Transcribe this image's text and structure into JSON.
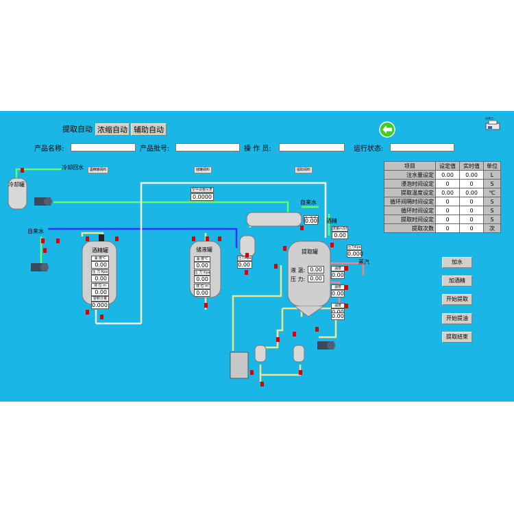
{
  "tabs": [
    "提取自动",
    "浓缩自动",
    "辅助自动"
  ],
  "header_fields": {
    "product_name": "产品名称:",
    "batch_no": "产品批号:",
    "operator": "操 作 员:",
    "run_status": "运行状态:"
  },
  "corner_icon_label": "出来工...",
  "labels": {
    "cooling_return": "冷却回水",
    "tap_water_left": "自来水",
    "tap_water_top": "自来水",
    "alcohol": "酒精",
    "steam": "蒸汽",
    "temp": "温 度℃",
    "pressure": "压 力 Kpa",
    "level": "液 位 m",
    "volume": "容积计量"
  },
  "small_buttons": {
    "alcohol_tank_buttons": "酒精罐阀料",
    "storage_tank_buttons": "储罐阀料",
    "extract_buttons": "提取阀料"
  },
  "tanks": {
    "cooling": "冷却罐",
    "alcohol": "酒精罐",
    "storage": "储液罐",
    "extract": "提取罐"
  },
  "alcohol_tank_values": {
    "temp": "0.00",
    "pressure": "0.00",
    "level": "0.00",
    "volume": "0.000"
  },
  "storage_tank_values": {
    "temp": "0.00",
    "pressure": "0.00",
    "level": "0.00"
  },
  "vacuum_tag": "空中调整仪表",
  "vacuum_value": "0.0000",
  "condenser_value": "0.00",
  "pressure_tag": "压力Kpa",
  "pressure_tag_value": "0.00",
  "extract_liquid_temp_label": "液 温:",
  "extract_liquid_temp": "0.00",
  "extract_pressure_label": "压 力:",
  "extract_pressure": "0.00",
  "extract_top_tag": "压力Kpa",
  "extract_top_value": "0.000",
  "alcohol_tag": "流量m3/h",
  "alcohol_value": "0.00",
  "side_tags": [
    {
      "tag": "温度",
      "value": "0.00"
    },
    {
      "tag": "温度",
      "value": "0.00"
    },
    {
      "tag": "温度",
      "value": "0.00"
    },
    {
      "tag": "温度",
      "value": "0.00"
    }
  ],
  "small_sensor_value": "0.00",
  "param_table": {
    "headers": [
      "项目",
      "设定值",
      "实时值",
      "单位"
    ],
    "rows": [
      {
        "item": "注水量设定",
        "set": "0.00",
        "real": "0.00",
        "unit": "L"
      },
      {
        "item": "浸泡时间设定",
        "set": "0",
        "real": "0",
        "unit": "S"
      },
      {
        "item": "提取温度设定",
        "set": "0.00",
        "real": "0.00",
        "unit": "℃"
      },
      {
        "item": "循环间隔时间设定",
        "set": "0",
        "real": "0",
        "unit": "S"
      },
      {
        "item": "循环时间设定",
        "set": "0",
        "real": "0",
        "unit": "S"
      },
      {
        "item": "提取时间设定",
        "set": "0",
        "real": "0",
        "unit": "S"
      },
      {
        "item": "提取次数",
        "set": "0",
        "real": "0",
        "unit": "次"
      }
    ]
  },
  "action_buttons": [
    "加水",
    "加酒精",
    "开始提取",
    "开始提油",
    "提取结束"
  ],
  "colors": {
    "background": "#1ab6e6",
    "pipe_green": "#66ff66",
    "pipe_blue": "#3333ff",
    "pipe_yellow": "#f0e68c",
    "pipe_pink": "#ff8080",
    "valve_red": "#d80000"
  }
}
